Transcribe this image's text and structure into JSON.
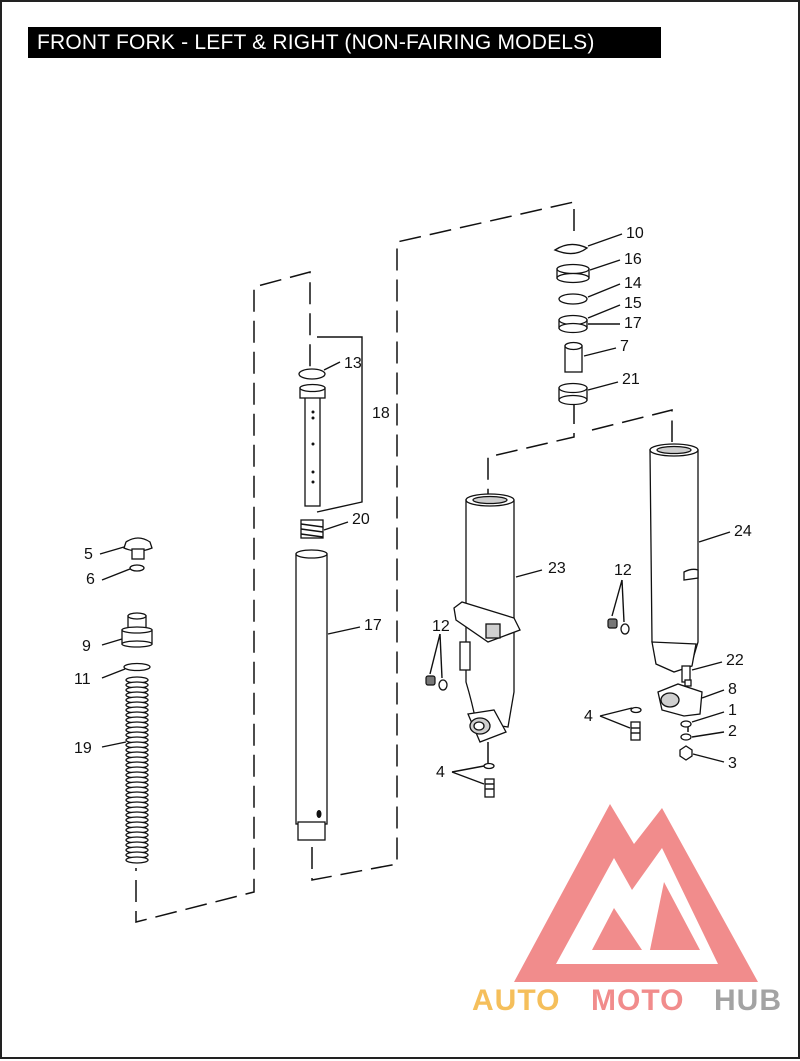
{
  "title": "FRONT FORK - LEFT & RIGHT (NON-FAIRING MODELS)",
  "callouts": {
    "p1": "1",
    "p2": "2",
    "p3": "3",
    "p4a": "4",
    "p4b": "4",
    "p5": "5",
    "p6": "6",
    "p7": "7",
    "p8": "8",
    "p9": "9",
    "p10": "10",
    "p11": "11",
    "p12a": "12",
    "p12b": "12",
    "p13": "13",
    "p14": "14",
    "p15": "15",
    "p16": "16",
    "p17a": "17",
    "p17b": "17",
    "p18": "18",
    "p19": "19",
    "p20": "20",
    "p21": "21",
    "p22": "22",
    "p23": "23",
    "p24": "24"
  },
  "watermark": {
    "auto": "AUTO",
    "moto": "MOTO",
    "hub": "HUB",
    "colors": {
      "triangle": "#f08080",
      "auto": "#f5b94a",
      "moto": "#f08080",
      "hub": "#9a9a9a"
    }
  }
}
